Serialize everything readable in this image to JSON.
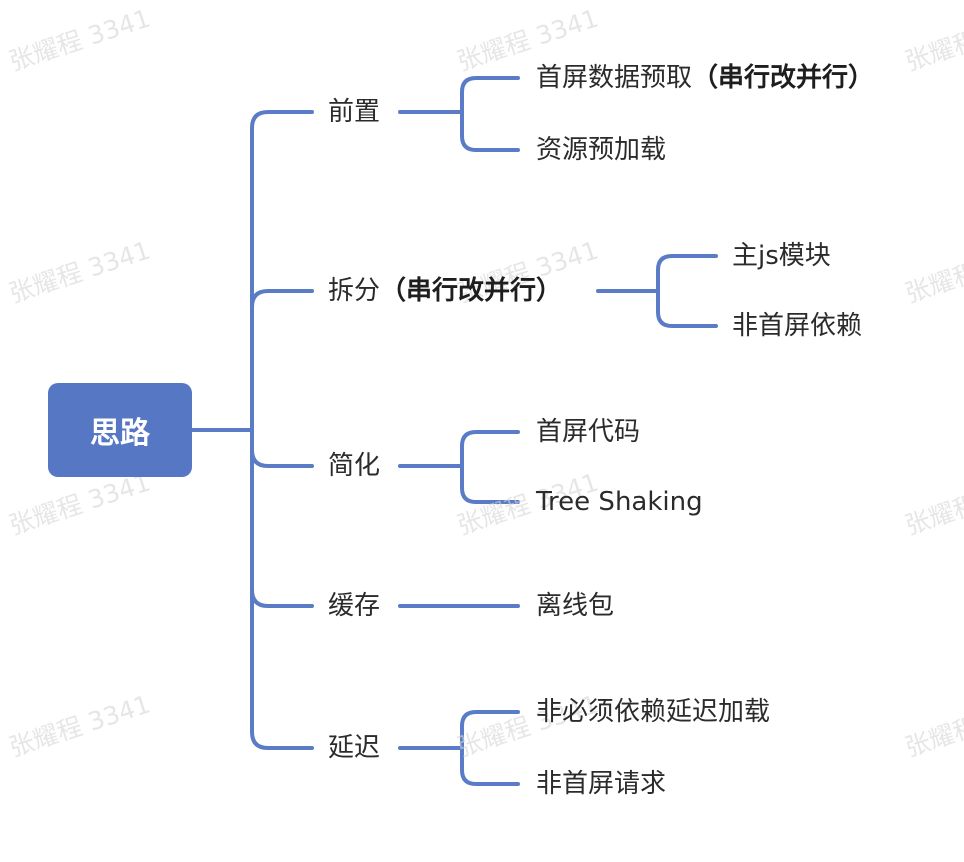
{
  "root": {
    "label": "思路"
  },
  "branches": [
    {
      "label": "前置",
      "children": [
        {
          "label": "首屏数据预取",
          "bold_suffix": "（串行改并行）"
        },
        {
          "label": "资源预加载"
        }
      ]
    },
    {
      "label": "拆分",
      "bold_suffix": "（串行改并行）",
      "children": [
        {
          "label": "主js模块"
        },
        {
          "label": "非首屏依赖"
        }
      ]
    },
    {
      "label": "简化",
      "children": [
        {
          "label": "首屏代码"
        },
        {
          "label": "Tree Shaking"
        }
      ]
    },
    {
      "label": "缓存",
      "children": [
        {
          "label": "离线包"
        }
      ]
    },
    {
      "label": "延迟",
      "children": [
        {
          "label": "非必须依赖延迟加载"
        },
        {
          "label": "非首屏请求"
        }
      ]
    }
  ],
  "watermark": "张耀程 3341",
  "colors": {
    "line": "#5a7cc6",
    "root_fill": "#5678c4",
    "root_text": "#ffffff",
    "node_text": "#2b2b2b"
  }
}
